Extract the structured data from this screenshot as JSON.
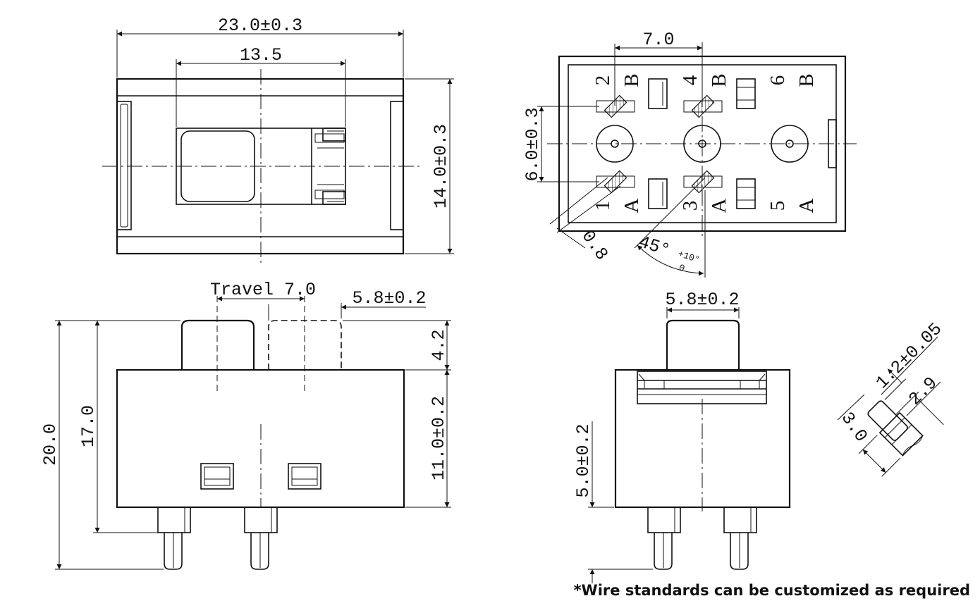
{
  "dimensions": {
    "top_width": "23.0±0.3",
    "top_slot": "13.5",
    "top_height": "14.0±0.3",
    "pin_pitch": "7.0",
    "pin_row_spacing": "6.0±0.3",
    "pin_thickness": "0.8",
    "angle": "45°",
    "angle_tol_upper": "+10°",
    "angle_tol_lower": "0",
    "travel": "Travel 7.0",
    "knob_width_side": "5.8±0.2",
    "knob_height": "4.2",
    "body_height": "11.0±0.2",
    "total_height": "20.0",
    "height_17": "17.0",
    "knob_width_end": "5.8±0.2",
    "pin_length": "5.0±0.2",
    "pin_diameter": "1.2±0.05",
    "pin_length_29": "2.9",
    "pin_30": "3.0"
  },
  "pin_labels": {
    "p2": "2",
    "b1": "B",
    "p4": "4",
    "b2": "B",
    "p6": "6",
    "b3": "B",
    "p1": "1",
    "a1": "A",
    "p3": "3",
    "a2": "A",
    "p5": "5",
    "a3": "A"
  },
  "footnote": "*Wire standards can be customized as required"
}
